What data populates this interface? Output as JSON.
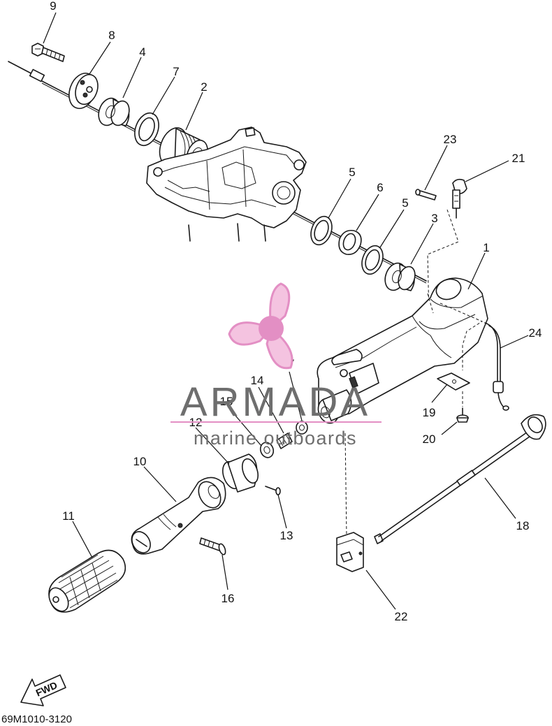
{
  "diagram_code": "69M1010-3120",
  "fwd_label": "FWD",
  "watermark": {
    "brand": "ARMADA",
    "tagline": "marine outboards",
    "brand_color": "#6e6e6e",
    "accent_color": "#e38fc4"
  },
  "callouts": [
    {
      "id": "1",
      "label": "1"
    },
    {
      "id": "2",
      "label": "2"
    },
    {
      "id": "3",
      "label": "3"
    },
    {
      "id": "4",
      "label": "4"
    },
    {
      "id": "5a",
      "label": "5"
    },
    {
      "id": "5b",
      "label": "5"
    },
    {
      "id": "6",
      "label": "6"
    },
    {
      "id": "7",
      "label": "7"
    },
    {
      "id": "8",
      "label": "8"
    },
    {
      "id": "9",
      "label": "9"
    },
    {
      "id": "10",
      "label": "10"
    },
    {
      "id": "11",
      "label": "11"
    },
    {
      "id": "12",
      "label": "12"
    },
    {
      "id": "13",
      "label": "13"
    },
    {
      "id": "14",
      "label": "14"
    },
    {
      "id": "15",
      "label": "15"
    },
    {
      "id": "16",
      "label": "16"
    },
    {
      "id": "17",
      "label": "17"
    },
    {
      "id": "18",
      "label": "18"
    },
    {
      "id": "19",
      "label": "19"
    },
    {
      "id": "20",
      "label": "20"
    },
    {
      "id": "21",
      "label": "21"
    },
    {
      "id": "22",
      "label": "22"
    },
    {
      "id": "23",
      "label": "23"
    },
    {
      "id": "24",
      "label": "24"
    }
  ]
}
